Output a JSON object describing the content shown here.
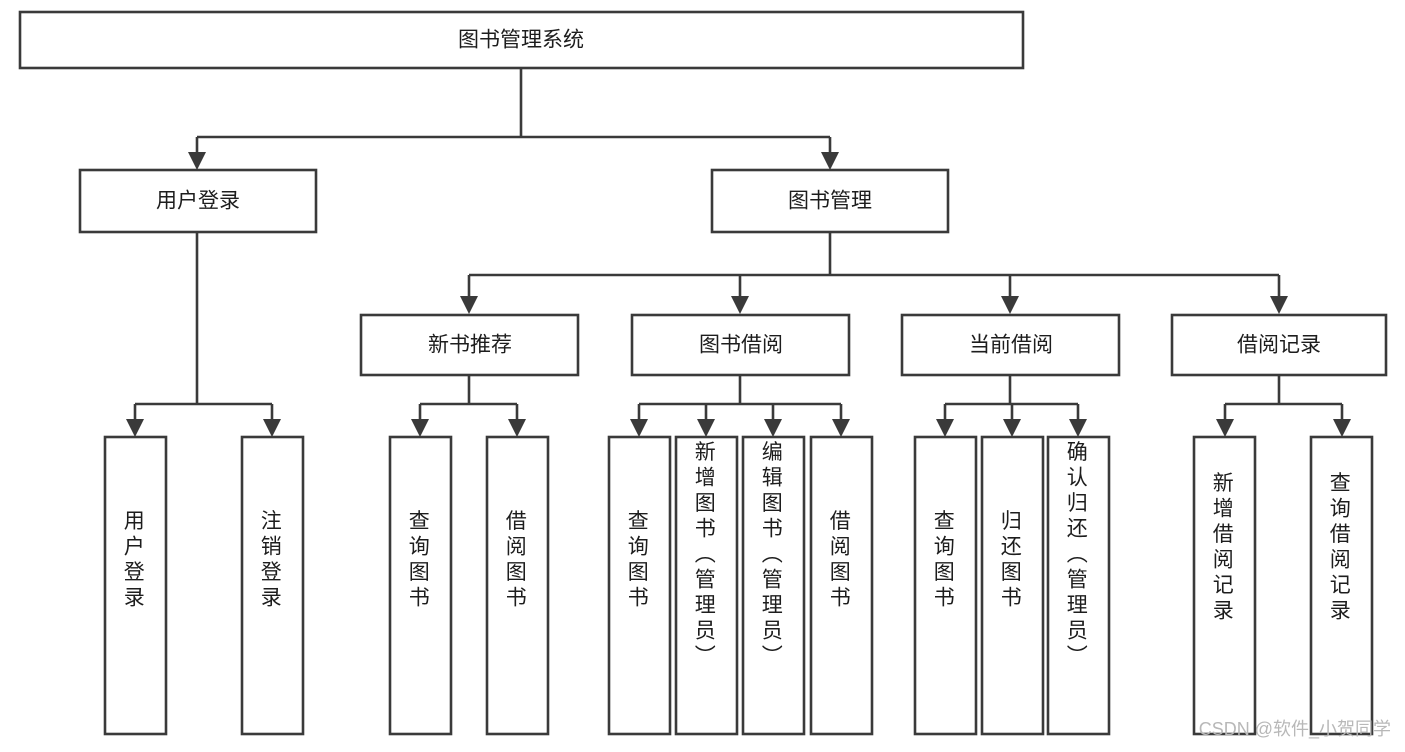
{
  "diagram": {
    "title": "图书管理系统",
    "type": "tree-hierarchy-chart",
    "root": {
      "id": "root",
      "label": "图书管理系统"
    },
    "level2": [
      {
        "id": "user-login",
        "label": "用户登录"
      },
      {
        "id": "book-management",
        "label": "图书管理"
      }
    ],
    "level3": [
      {
        "id": "new-book-recommend",
        "label": "新书推荐",
        "parent": "book-management"
      },
      {
        "id": "book-borrow",
        "label": "图书借阅",
        "parent": "book-management"
      },
      {
        "id": "current-borrow",
        "label": "当前借阅",
        "parent": "book-management"
      },
      {
        "id": "borrow-record",
        "label": "借阅记录",
        "parent": "book-management"
      }
    ],
    "leaves": {
      "user-login": [
        {
          "id": "leaf-user-login",
          "label": "用户登录"
        },
        {
          "id": "leaf-user-logout",
          "label": "注销登录"
        }
      ],
      "new-book-recommend": [
        {
          "id": "leaf-query-book-1",
          "label": "查询图书"
        },
        {
          "id": "leaf-borrow-book-1",
          "label": "借阅图书"
        }
      ],
      "book-borrow": [
        {
          "id": "leaf-query-book-2",
          "label": "查询图书"
        },
        {
          "id": "leaf-add-book",
          "label": "新增图书（管理员）"
        },
        {
          "id": "leaf-edit-book",
          "label": "编辑图书（管理员）"
        },
        {
          "id": "leaf-borrow-book-2",
          "label": "借阅图书"
        }
      ],
      "current-borrow": [
        {
          "id": "leaf-query-book-3",
          "label": "查询图书"
        },
        {
          "id": "leaf-return-book",
          "label": "归还图书"
        },
        {
          "id": "leaf-confirm-return",
          "label": "确认归还（管理员）"
        }
      ],
      "borrow-record": [
        {
          "id": "leaf-add-record",
          "label": "新增借阅记录"
        },
        {
          "id": "leaf-query-record",
          "label": "查询借阅记录"
        }
      ]
    },
    "colors": {
      "box_stroke": "#3a3a3a",
      "box_fill": "#ffffff",
      "text": "#1d1d1d",
      "background": "#ffffff",
      "watermark": "#b8b8b8"
    }
  },
  "watermark": {
    "text": "CSDN @软件_小贺同学"
  }
}
